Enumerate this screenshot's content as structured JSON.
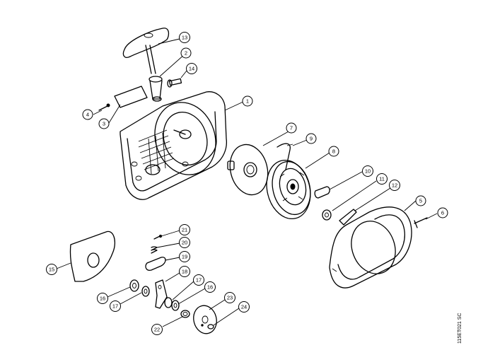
{
  "diagram": {
    "reference_code": "115ET021 SC",
    "callouts": [
      {
        "part": "fan-housing",
        "label": "1"
      },
      {
        "part": "rope-guide",
        "label": "2"
      },
      {
        "part": "label-plate",
        "label": "3"
      },
      {
        "part": "plate-screw",
        "label": "4"
      },
      {
        "part": "fan-cover",
        "label": "5"
      },
      {
        "part": "cover-screw",
        "label": "6"
      },
      {
        "part": "guide-disc",
        "label": "7"
      },
      {
        "part": "rewind-spring",
        "label": "8"
      },
      {
        "part": "spring-clip",
        "label": "9"
      },
      {
        "part": "pawl",
        "label": "10"
      },
      {
        "part": "washer",
        "label": "11"
      },
      {
        "part": "spring-strip",
        "label": "12"
      },
      {
        "part": "starter-grip",
        "label": "13"
      },
      {
        "part": "housing-screw",
        "label": "14"
      },
      {
        "part": "baffle-plate",
        "label": "15"
      },
      {
        "part": "washer-a",
        "label": "16"
      },
      {
        "part": "spacer-a",
        "label": "17"
      },
      {
        "part": "lever",
        "label": "18"
      },
      {
        "part": "clip",
        "label": "19"
      },
      {
        "part": "coil-spring",
        "label": "20"
      },
      {
        "part": "pin",
        "label": "21"
      },
      {
        "part": "bushing",
        "label": "22"
      },
      {
        "part": "flywheel-disc",
        "label": "23"
      },
      {
        "part": "nut",
        "label": "24"
      },
      {
        "part": "spacer-b",
        "label": "17"
      },
      {
        "part": "washer-b",
        "label": "16"
      }
    ]
  }
}
